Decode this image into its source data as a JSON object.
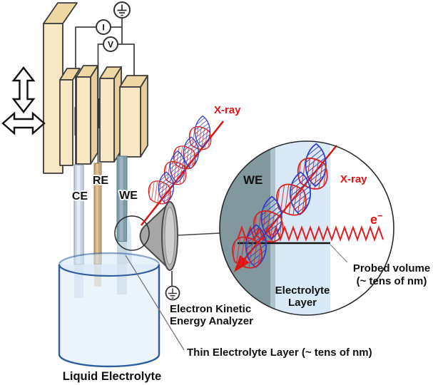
{
  "labels": {
    "counter_electrode": "CE",
    "reference_electrode": "RE",
    "working_electrode": "WE",
    "xray_main": "X-ray",
    "xray_inset": "X-ray",
    "we_inset": "WE",
    "electron_base": "e",
    "electron_sup": "−",
    "electrolyte_line1": "Electrolyte",
    "electrolyte_line2": "Layer",
    "probed_line1": "Probed volume",
    "probed_line2": "(~ tens of nm)",
    "analyzer_line1": "Electron Kinetic",
    "analyzer_line2": "Energy Analyzer",
    "thin_layer": "Thin Electrolyte Layer (~ tens of nm)",
    "liquid_electrolyte": "Liquid Electrolyte",
    "ammeter": "I",
    "voltmeter": "V"
  },
  "colors": {
    "xray_red": "#e01414",
    "electron_wave_red": "#e02020",
    "wave_blue": "#2c3ec8",
    "holder_tan": "#f7e7c2",
    "holder_top_tan": "#eed7a2",
    "holder_side_tan": "#e7cf9d",
    "we_teal": "#7e9ca8",
    "ce_gray_blue": "#c7d2de",
    "re_tan": "#c8a87c",
    "inset_we_band": "#82989f",
    "inset_electrolyte": "#d9e9f7",
    "beaker_outline": "#2e5d9e",
    "beaker_fill": "#ddecf8",
    "cone_gray": "#a6a6a6",
    "label_black": "#111111"
  }
}
